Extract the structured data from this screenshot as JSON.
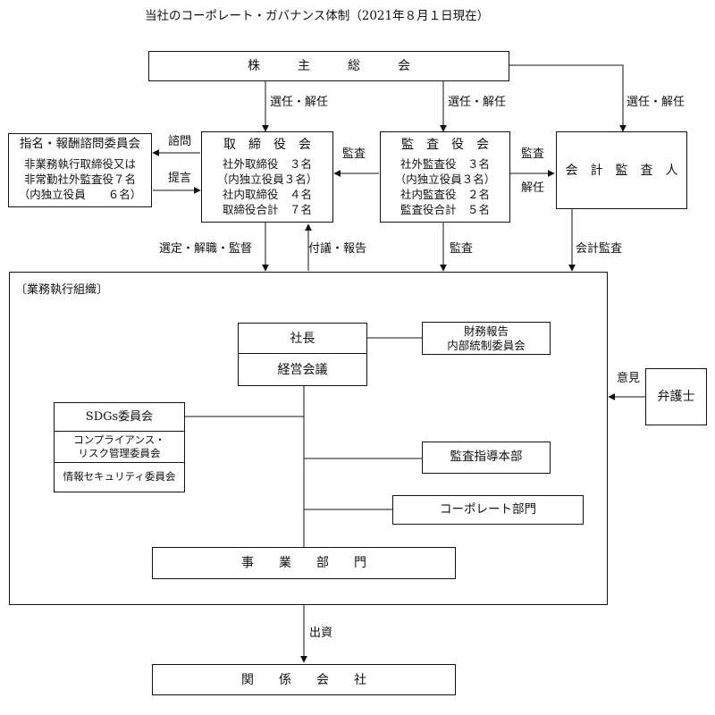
{
  "title": "当社のコーポレート・ガバナンス体制（2021年８月１日現在）",
  "shareholders": "株　　　主　　　総　　　会",
  "elect_dismiss_1": "選任・解任",
  "elect_dismiss_2": "選任・解任",
  "elect_dismiss_3": "選任・解任",
  "nomination": {
    "title": "指名・報酬諮問委員会",
    "lines": [
      "非業務執行取締役又は",
      "非常勤社外監査役７名",
      "（内独立役員　　６名）"
    ]
  },
  "consult": "諮問",
  "advice": "提言",
  "board": {
    "title": "取　締　役　会",
    "lines": [
      "社外取締役　３名",
      "（内独立役員３名）",
      "社内取締役　４名",
      "取締役合計　７名"
    ]
  },
  "kansa_board_to_board": "監査",
  "auditors": {
    "title": "監　査　役　会",
    "lines": [
      "社外監査役　３名",
      "（内独立役員３名）",
      "社内監査役　２名",
      "監査役合計　５名"
    ]
  },
  "audit_to_accountant": "監査",
  "dismiss_accountant": "解任",
  "accountant": "会　計　監　査　人",
  "appoint_label": "選定・解職・監督",
  "report_label": "付議・報告",
  "audit_down_label": "監査",
  "accounting_audit_label": "会計監査",
  "execution_org": "〔業務執行組織〕",
  "president": "社長",
  "mgmt_meeting": "経営会議",
  "fin_report": [
    "財務報告",
    "内部統制委員会"
  ],
  "sdgs": "SDGs委員会",
  "compliance": [
    "コンプライアンス・",
    "リスク管理委員会"
  ],
  "infosec": "情報セキュリティ委員会",
  "audit_hq": "監査指導本部",
  "corporate": "コーポレート部門",
  "business": "事　　業　　部　　門",
  "opinion": "意見",
  "lawyer": "弁護士",
  "investment": "出資",
  "affiliates": "関　　係　　会　　社"
}
